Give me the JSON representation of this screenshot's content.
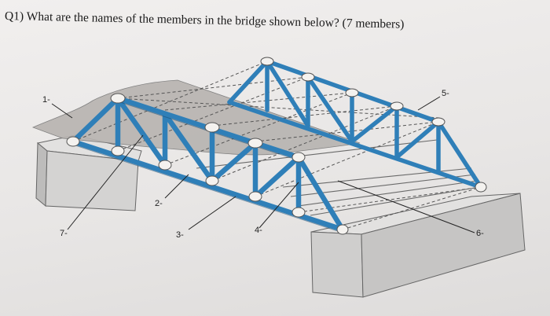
{
  "question": {
    "text": "Q1) What are the names of the members in the bridge shown below? (7 members)"
  },
  "diagram": {
    "labels": [
      "1-",
      "2-",
      "3-",
      "4-",
      "5-",
      "6-",
      "7-"
    ],
    "colors": {
      "member": "#2f7fb8",
      "member_edge": "#15476e",
      "abutment": "#d4d3d2",
      "deck": "#b7b3b0",
      "leader": "#222222"
    }
  }
}
